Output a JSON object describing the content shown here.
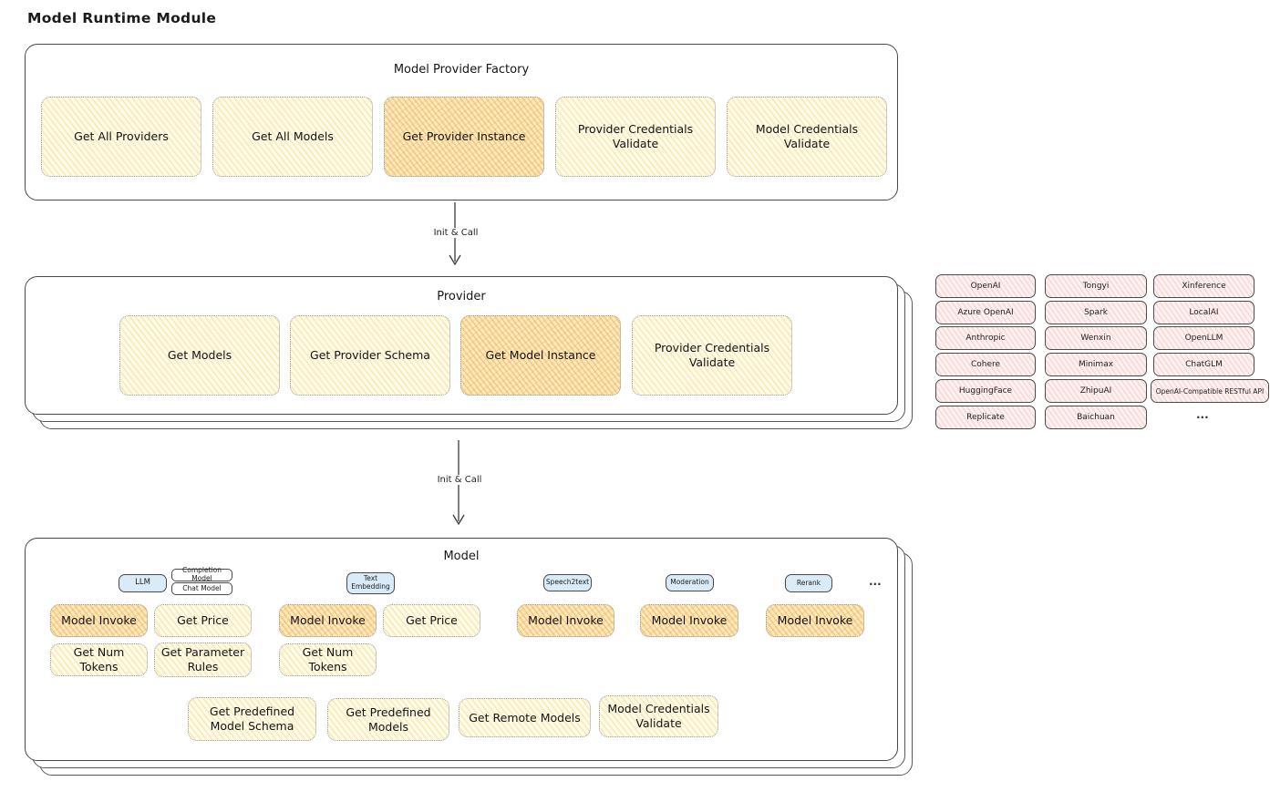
{
  "page": {
    "title": "Model Runtime Module"
  },
  "arrows": {
    "init_call_1": "Init & Call",
    "init_call_2": "Init & Call"
  },
  "factory": {
    "title": "Model Provider Factory",
    "boxes": [
      {
        "label": "Get All Providers"
      },
      {
        "label": "Get All Models"
      },
      {
        "label": "Get Provider Instance"
      },
      {
        "label": "Provider Credentials Validate"
      },
      {
        "label": "Model Credentials Validate"
      }
    ]
  },
  "provider": {
    "title": "Provider",
    "boxes": [
      {
        "label": "Get Models"
      },
      {
        "label": "Get Provider Schema"
      },
      {
        "label": "Get Model Instance"
      },
      {
        "label": "Provider Credentials Validate"
      }
    ]
  },
  "providers": {
    "items": [
      "OpenAI",
      "Tongyi",
      "Xinference",
      "Azure OpenAI",
      "Spark",
      "LocalAI",
      "Anthropic",
      "Wenxin",
      "OpenLLM",
      "Cohere",
      "Minimax",
      "ChatGLM",
      "HuggingFace",
      "ZhipuAI",
      "OpenAI-Compatible RESTful API",
      "Replicate",
      "Baichuan"
    ],
    "more": "..."
  },
  "model": {
    "title": "Model",
    "tags": {
      "llm": "LLM",
      "completion": "Completion Model",
      "chat": "Chat Model",
      "text_embedding": "Text Embedding",
      "speech2text": "Speech2text",
      "moderation": "Moderation",
      "rerank": "Rerank",
      "more": "..."
    },
    "ops": {
      "model_invoke": "Model Invoke",
      "get_price": "Get Price",
      "get_num_tokens": "Get Num Tokens",
      "get_parameter_rules": "Get Parameter Rules"
    },
    "bottom": [
      "Get Predefined Model Schema",
      "Get Predefined Models",
      "Get Remote Models",
      "Model Credentials Validate"
    ]
  },
  "colors": {
    "op_fill": "#fefae8",
    "op_highlight_fill": "#fbe9bf",
    "provider_pill_fill": "#fdf1f0",
    "tag_fill": "#d9eaf8",
    "panel_border": "#494949"
  }
}
